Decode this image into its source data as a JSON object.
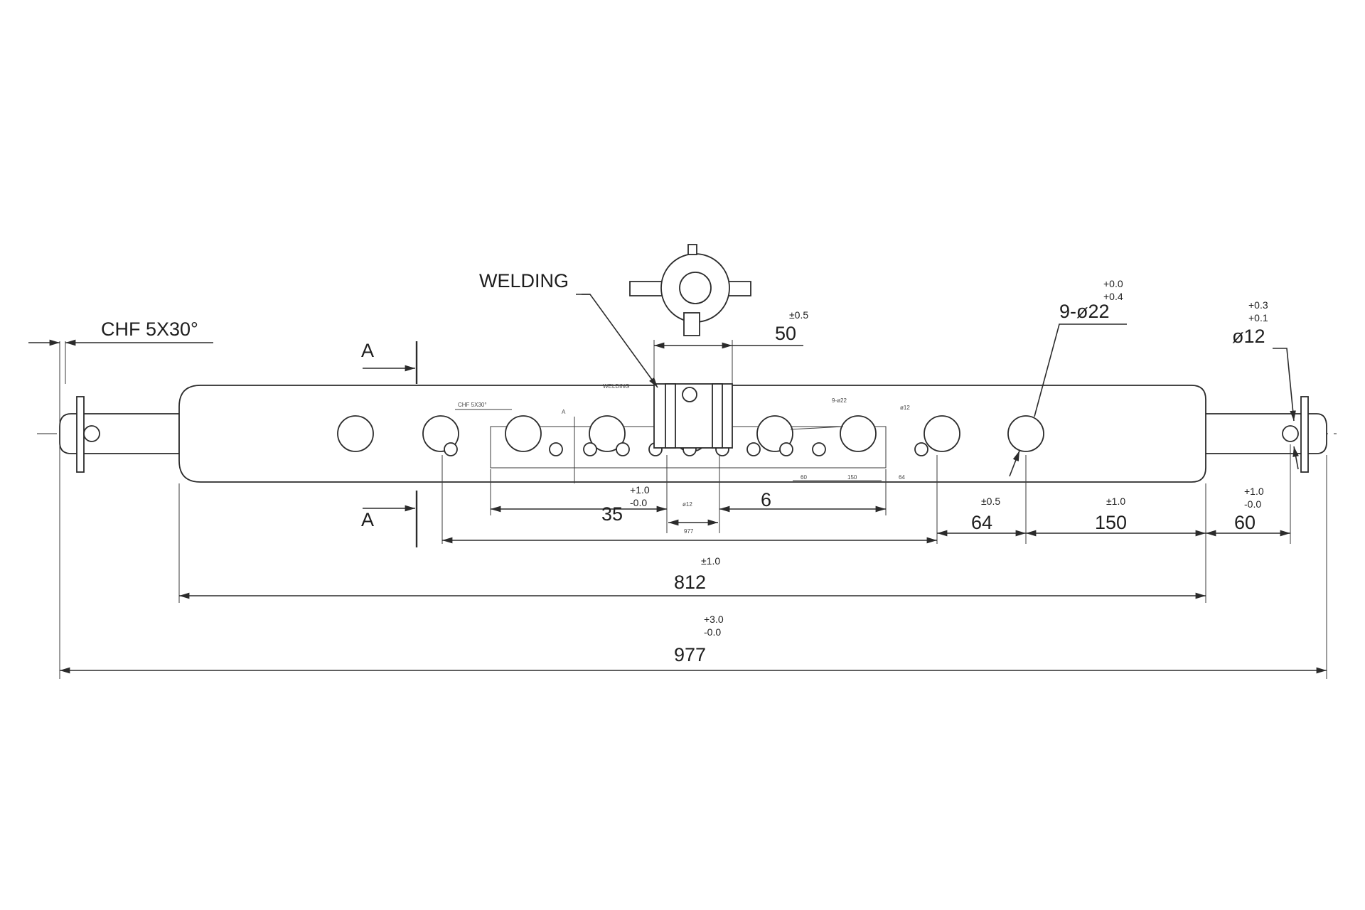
{
  "labels": {
    "chamfer": "CHF 5X30°",
    "welding": "WELDING",
    "section_top": "A",
    "section_bottom": "A",
    "holes": "9-ø22",
    "holes_tol_upper": "+0.0",
    "holes_tol_lower": "+0.4",
    "pin_dia": "ø12",
    "pin_dia_tol_upper": "+0.3",
    "pin_dia_tol_lower": "+0.1",
    "dim_50": "50",
    "dim_50_tol": "±0.5",
    "dim_35": "35",
    "dim_35_tol_upper": "+1.0",
    "dim_35_tol_lower": "-0.0",
    "dim_6": "6",
    "dim_64": "64",
    "dim_64_tol": "±0.5",
    "dim_150": "150",
    "dim_150_tol": "±1.0",
    "dim_60": "60",
    "dim_60_tol_upper": "+1.0",
    "dim_60_tol_lower": "-0.0",
    "dim_812": "812",
    "dim_812_tol": "±1.0",
    "dim_977": "977",
    "dim_977_tol_upper": "+3.0",
    "dim_977_tol_lower": "-0.0"
  },
  "inset": {
    "chamfer": "CHF 5X30°",
    "welding": "WELDING",
    "section": "A",
    "holes": "9-ø22",
    "pin_dia": "ø12",
    "dim_12": "ø12",
    "dim_60": "60",
    "dim_150": "150",
    "dim_64": "64",
    "dim_977": "977"
  }
}
